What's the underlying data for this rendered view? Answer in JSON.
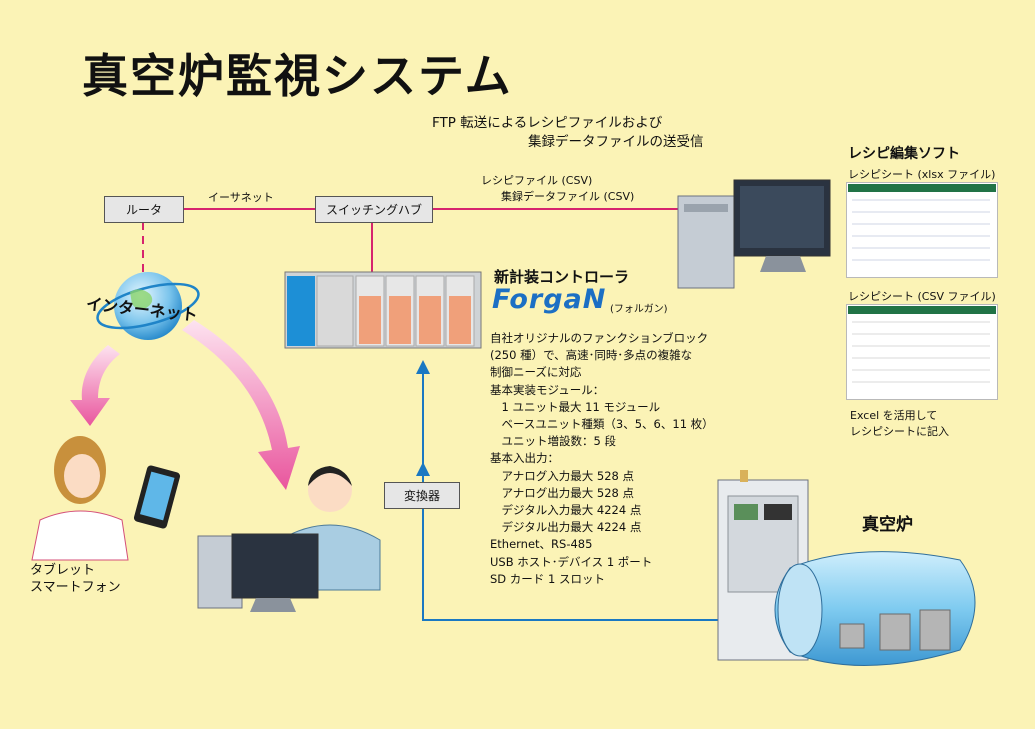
{
  "title": "真空炉監視システム",
  "ftp_note": [
    "FTP 転送によるレシピファイルおよび",
    "集録データファイルの送受信"
  ],
  "network": {
    "router": "ルータ",
    "ethernet": "イーサネット",
    "switch": "スイッチングハブ",
    "internet": "インターネット",
    "converter": "変換器",
    "csv_link": [
      "レシピファイル (CSV)",
      "集録データファイル (CSV)"
    ]
  },
  "controller": {
    "heading": "新計装コントローラ",
    "brand": "ForgaN",
    "brand_reading": "(フォルガン)",
    "spec": [
      "自社オリジナルのファンクションブロック",
      "(250 種）で、高速･同時･多点の複雑な",
      "制御ニーズに対応",
      "基本実装モジュール：",
      "　1 ユニット最大 11 モジュール",
      "　ベースユニット種類（3、5、6、11 枚）",
      "　ユニット増設数：5 段",
      "基本入出力：",
      "　アナログ入力最大 528 点",
      "　アナログ出力最大 528 点",
      "　デジタル入力最大 4224 点",
      "　デジタル出力最大 4224 点",
      "Ethernet、RS-485",
      "USB ホスト･デバイス 1 ポート",
      "SD カード 1 スロット"
    ]
  },
  "recipe": {
    "heading": "レシピ編集ソフト",
    "sheet1": "レシピシート (xlsx ファイル)",
    "sheet2": "レシピシート (CSV ファイル)",
    "note": [
      "Excel を活用して",
      "レシピシートに記入"
    ]
  },
  "furnace": "真空炉",
  "mobile": [
    "タブレット",
    "スマートフォン"
  ],
  "colors": {
    "background": "#fbf3b6",
    "ethernet_line": "#d6246e",
    "serial_line": "#1a78c2",
    "internet_arrow": "#ee82b8",
    "brand": "#1c6fc4"
  }
}
